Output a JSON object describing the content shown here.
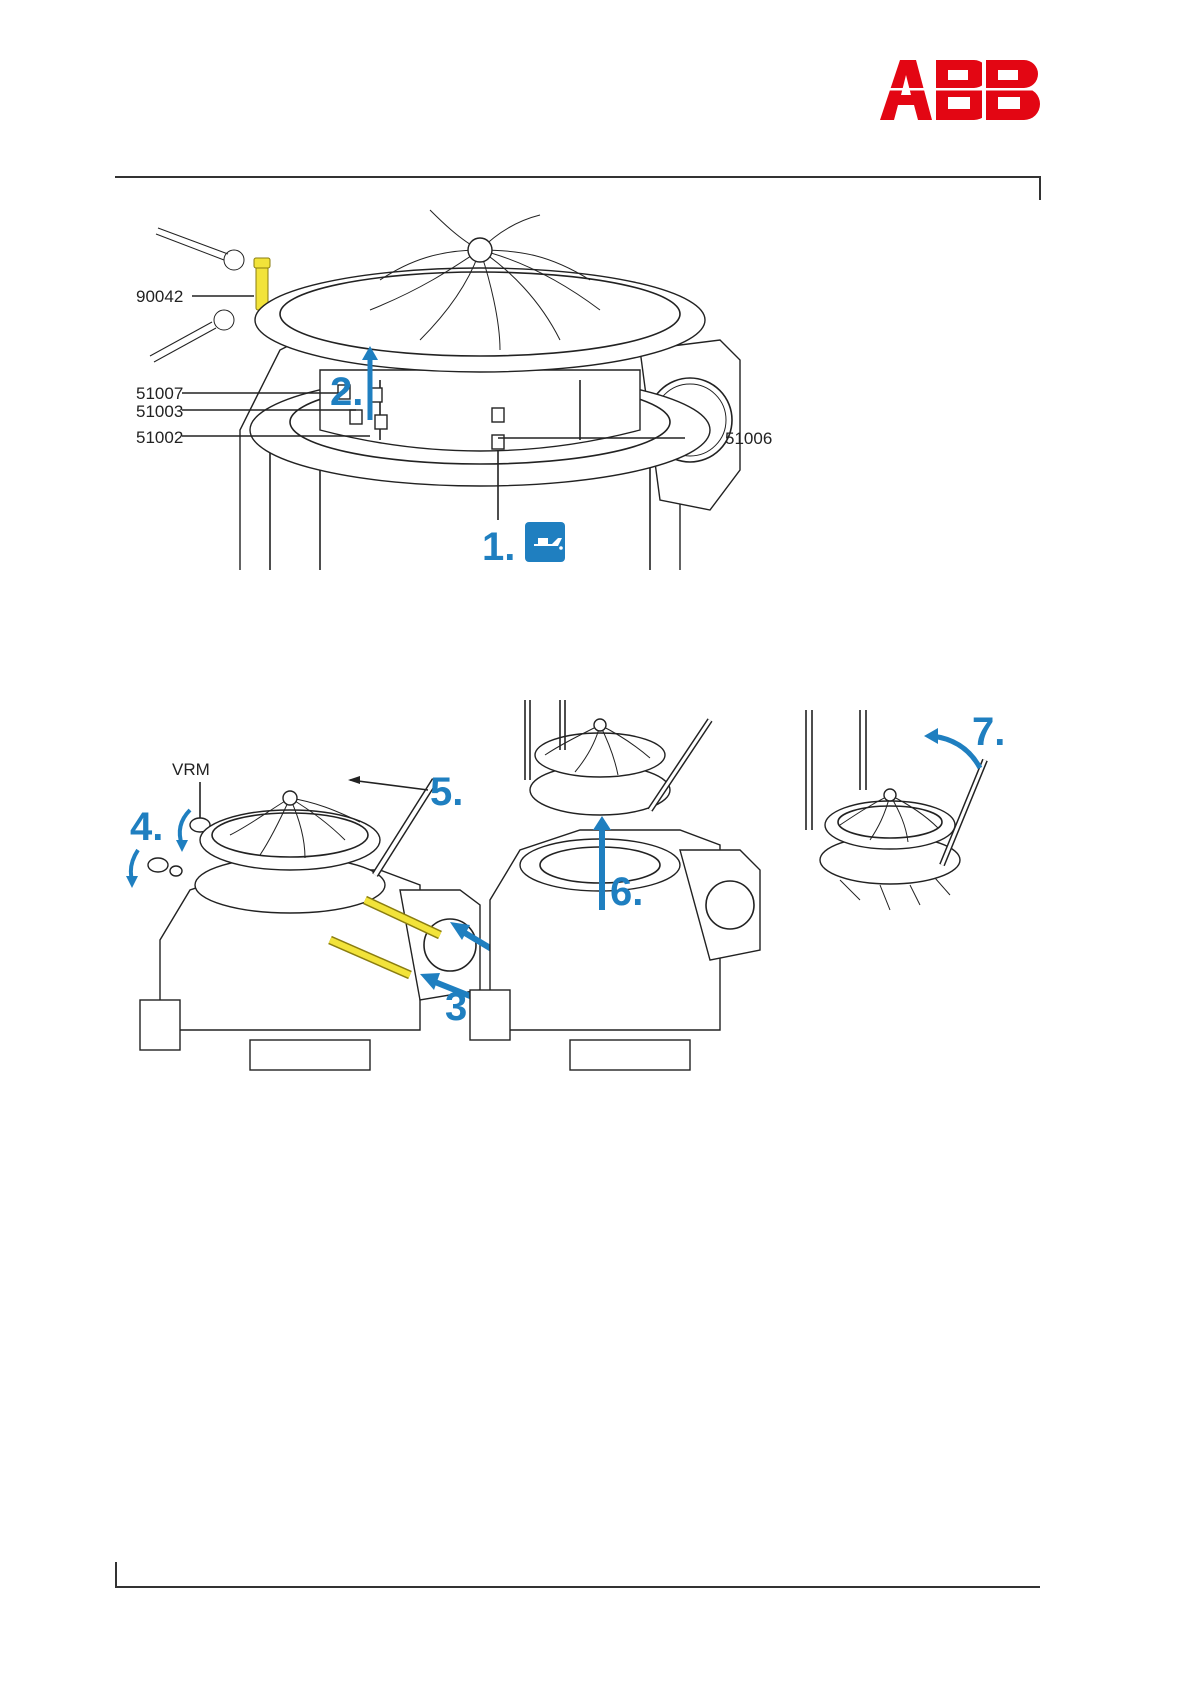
{
  "header": {
    "logo_text": "ABB",
    "logo_color": "#e30613"
  },
  "accent_color": "#1f7fc0",
  "tool_color": "#f2e33a",
  "figure_top": {
    "callouts": {
      "tool": "90042",
      "p1": "51007",
      "p2": "51003",
      "p3": "51002",
      "p4": "51006"
    },
    "steps": {
      "s1": "1.",
      "s2": "2."
    },
    "icon": "oil-can-icon"
  },
  "figure_bottom": {
    "vrm_label": "VRM",
    "steps": {
      "s3": "3.",
      "s4": "4.",
      "s5": "5.",
      "s6": "6.",
      "s7": "7."
    }
  }
}
